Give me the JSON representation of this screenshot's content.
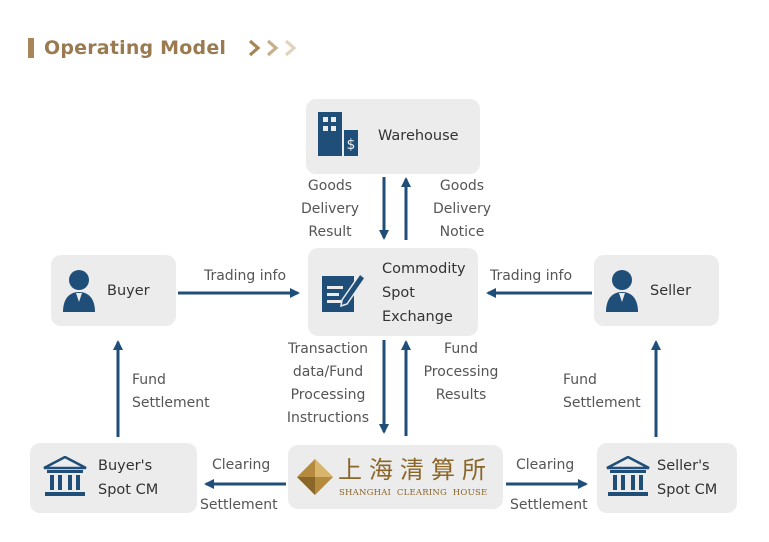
{
  "heading": {
    "title": "Operating Model"
  },
  "nodes": {
    "warehouse": {
      "label": "Warehouse"
    },
    "buyer": {
      "label": "Buyer"
    },
    "seller": {
      "label": "Seller"
    },
    "exchange": {
      "lines": [
        "Commodity",
        "Spot",
        "Exchange"
      ]
    },
    "buyer_cm": {
      "lines": [
        "Buyer's",
        "Spot CM"
      ]
    },
    "seller_cm": {
      "lines": [
        "Seller's",
        "Spot CM"
      ]
    },
    "clearing_house": {
      "cn": "上海清算所",
      "en": "SHANGHAI  CLEARING  HOUSE"
    }
  },
  "edges": {
    "goods_delivery_result": [
      "Goods",
      "Delivery",
      "Result"
    ],
    "goods_delivery_notice": [
      "Goods",
      "Delivery",
      "Notice"
    ],
    "trading_info_left": "Trading info",
    "trading_info_right": "Trading info",
    "transaction_data": [
      "Transaction",
      "data/Fund",
      "Processing",
      "Instructions"
    ],
    "fund_processing_results": [
      "Fund",
      "Processing",
      "Results"
    ],
    "fund_settlement_left": [
      "Fund",
      "Settlement"
    ],
    "fund_settlement_right": [
      "Fund",
      "Settlement"
    ],
    "clearing_left": "Clearing",
    "settlement_left": "Settlement",
    "clearing_right": "Clearing",
    "settlement_right": "Settlement"
  },
  "colors": {
    "arrow": "#1f4e79",
    "box": "#ececec",
    "accent": "#a8865a",
    "icon": "#1f4e79"
  }
}
